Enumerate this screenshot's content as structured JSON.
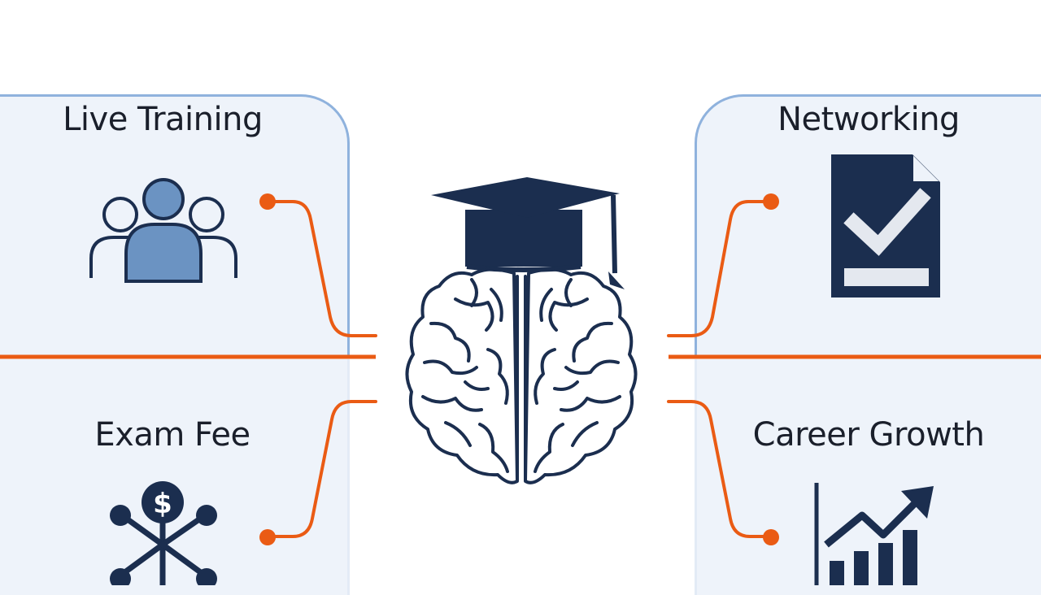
{
  "quadrants": {
    "top_left": {
      "label": "Live Training",
      "icon": "people-group-icon"
    },
    "top_right": {
      "label": "Networking",
      "icon": "document-check-icon"
    },
    "bottom_left": {
      "label": "Exam Fee",
      "icon": "dollar-network-icon"
    },
    "bottom_right": {
      "label": "Career Growth",
      "icon": "bar-chart-growth-icon"
    }
  },
  "center": {
    "icon": "brain-graduation-cap-icon",
    "glyph": "$"
  },
  "colors": {
    "panel_fill": "#eef3fa",
    "panel_border": "#8fb2dd",
    "connector": "#ea5b14",
    "navy": "#1b2e4f",
    "icon_blue": "#6b93c2"
  }
}
